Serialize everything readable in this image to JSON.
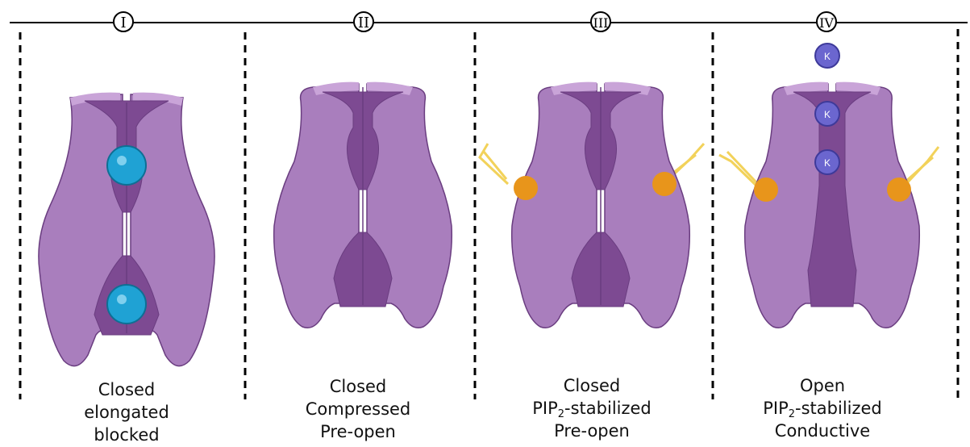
{
  "stages": [
    {
      "numeral": "I",
      "lines": [
        "Closed",
        "elongated",
        "blocked"
      ]
    },
    {
      "numeral": "II",
      "lines": [
        "Closed",
        "Compressed",
        "Pre-open"
      ]
    },
    {
      "numeral": "III",
      "lines": [
        "Closed",
        "PIP",
        "2",
        "-stabilized",
        "Pre-open"
      ]
    },
    {
      "numeral": "IV",
      "lines": [
        "Open",
        "PIP",
        "2",
        "-stabilized",
        "Conductive"
      ]
    }
  ],
  "ion_label": "K",
  "colors": {
    "channel": "#a97ebd",
    "channel_dark": "#7d4a92",
    "channel_top": "#c9a4d8",
    "outline": "#6a3d80",
    "blocker": "#1fa2d4",
    "lipid_head": "#e8951b",
    "lipid_tail": "#f2d25a",
    "ion": "#6b66cf"
  }
}
